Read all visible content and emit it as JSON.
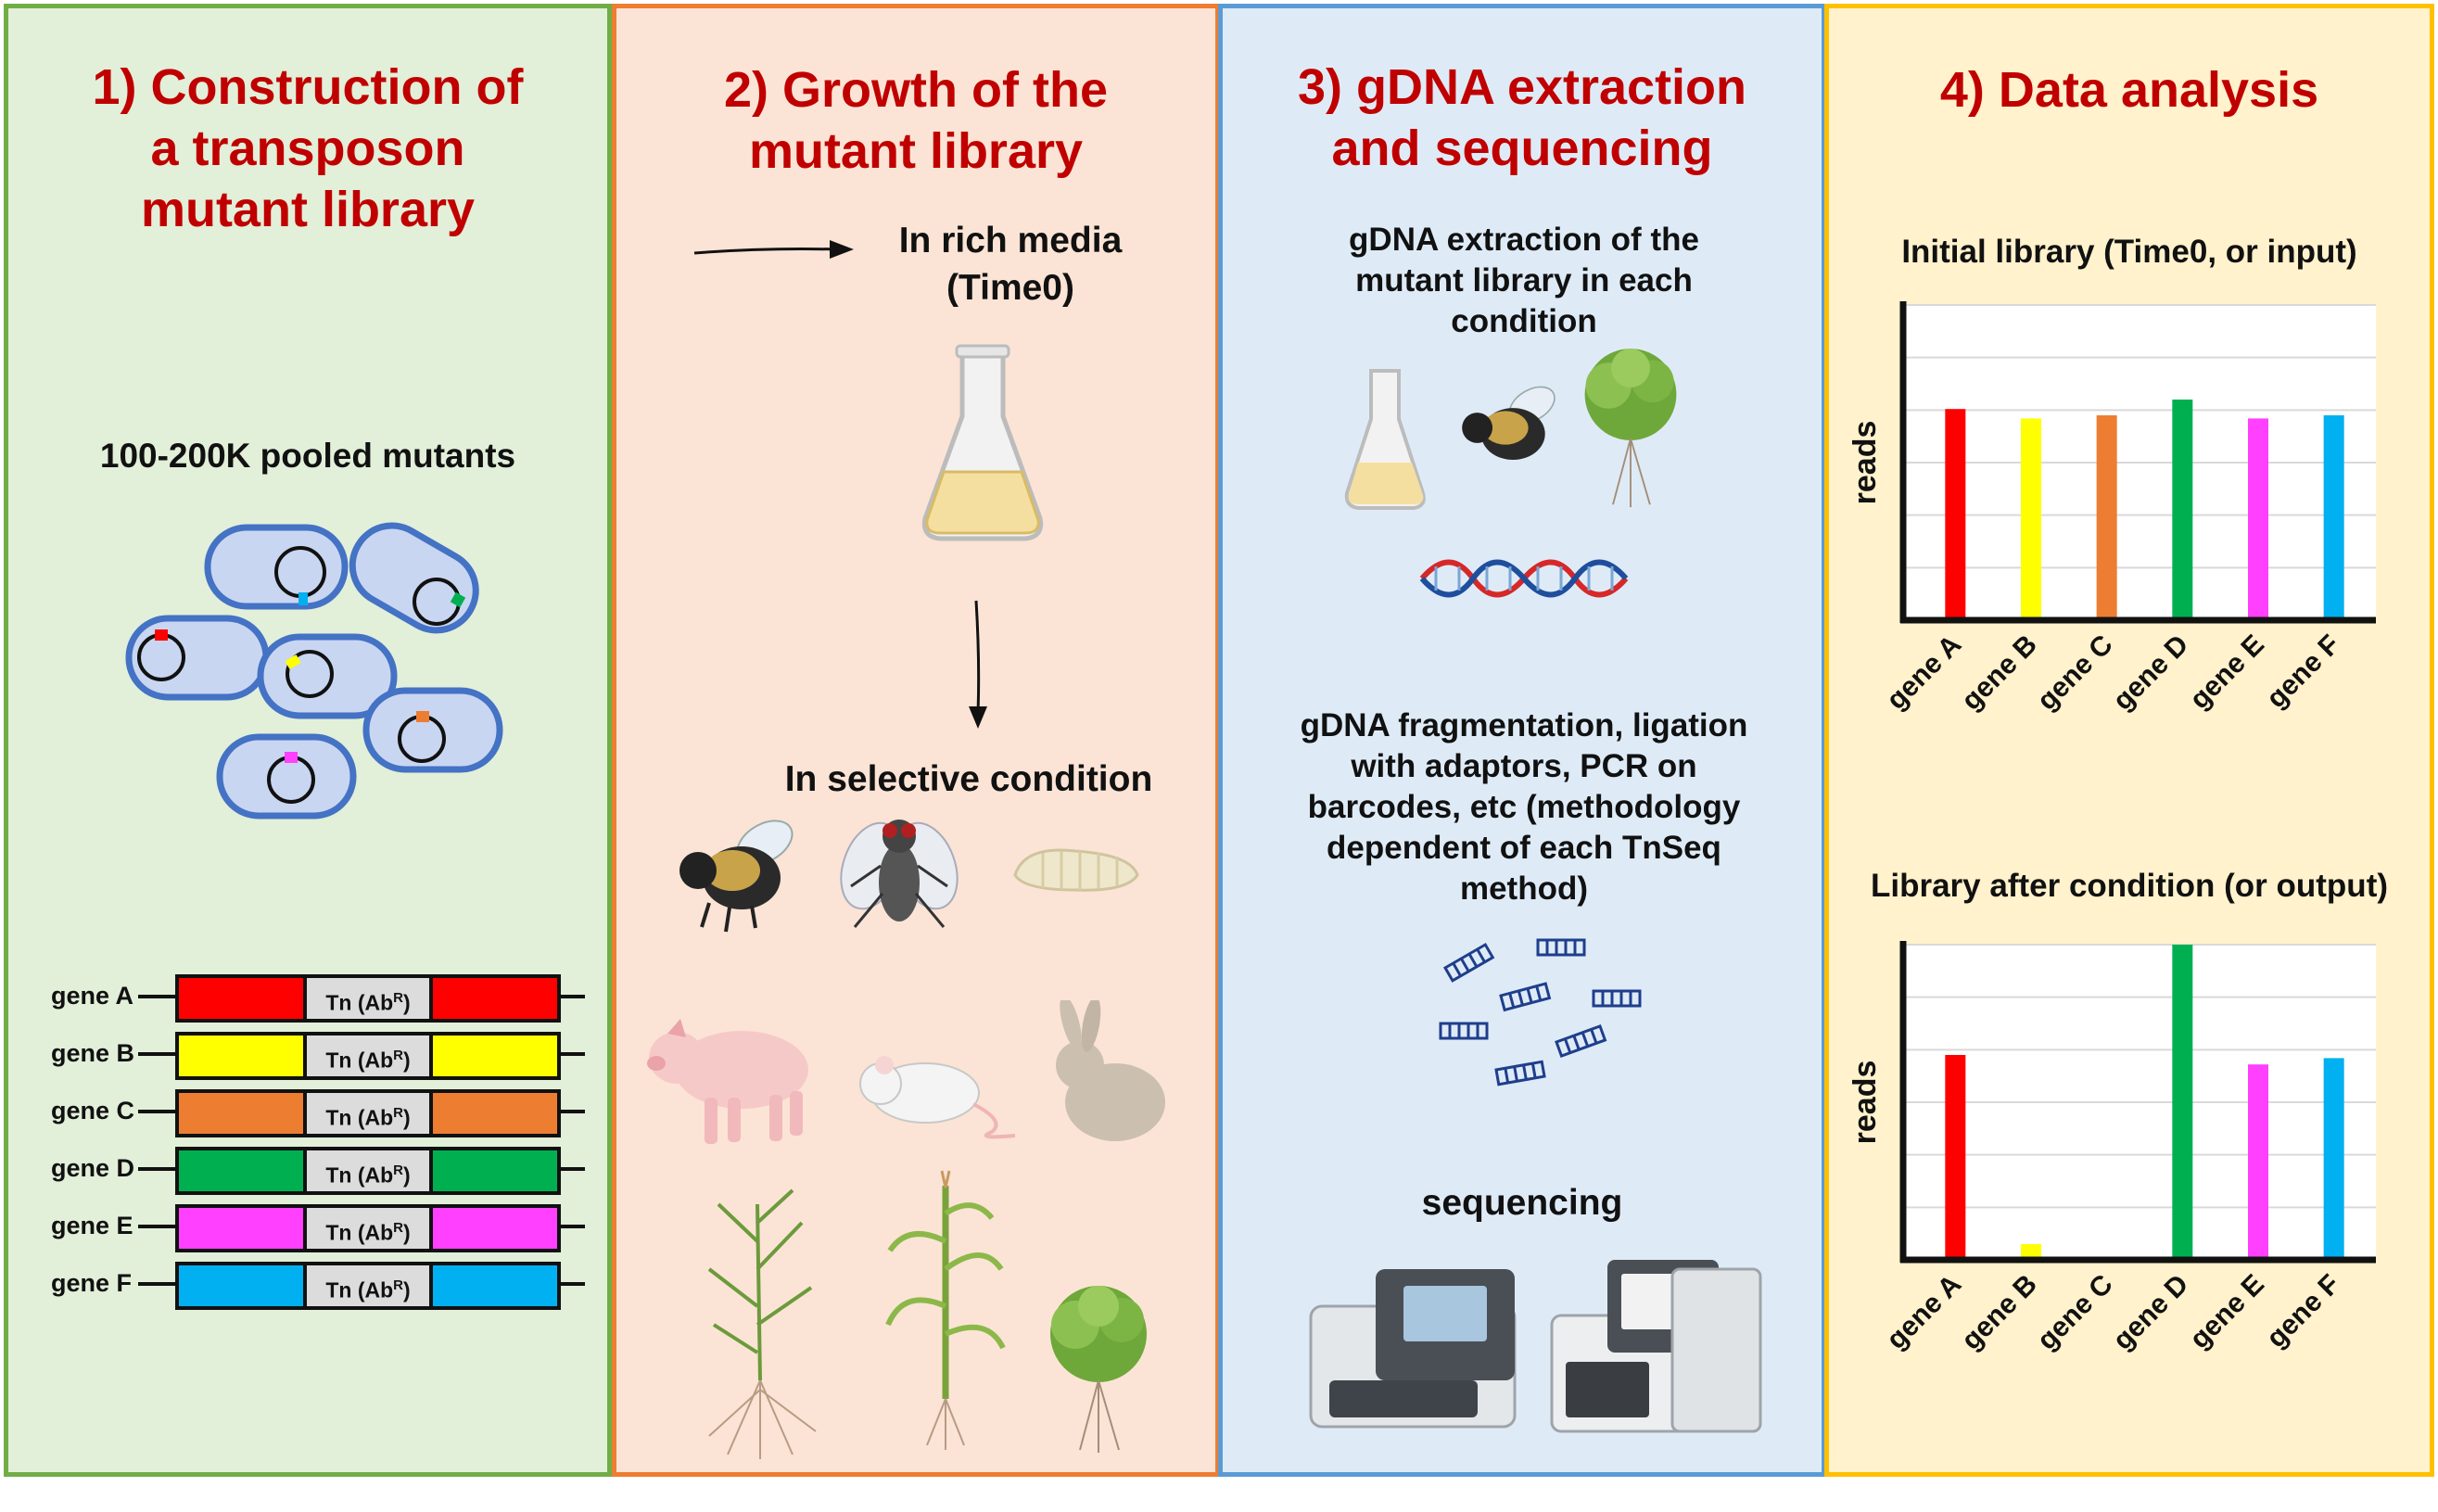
{
  "panels": {
    "p1": {
      "title": "1) Construction of\na transposon\nmutant library",
      "pooled": "100-200K pooled mutants",
      "genes": [
        "gene A",
        "gene B",
        "gene C",
        "gene D",
        "gene E",
        "gene F"
      ],
      "tn_label": "Tn (Ab",
      "tn_sup": "R",
      "tn_close": ")"
    },
    "p2": {
      "title": "2) Growth of the\nmutant library",
      "rich": "In rich media\n(Time0)",
      "selective": "In selective condition"
    },
    "p3": {
      "title": "3) gDNA extraction\nand sequencing",
      "extraction": "gDNA extraction of the\nmutant library in each\ncondition",
      "fragmentation": "gDNA fragmentation, ligation\nwith adaptors, PCR on\nbarcodes, etc (methodology\ndependent of each TnSeq\nmethod)",
      "sequencing": "sequencing"
    },
    "p4": {
      "title": "4) Data analysis"
    }
  },
  "colors": {
    "gene_colors": [
      "#ff0000",
      "#ffff00",
      "#ed7d31",
      "#00b050",
      "#ff40ff",
      "#00b0f0"
    ],
    "title_red": "#c00000",
    "panel_borders": [
      "#70ad47",
      "#ed7d31",
      "#5b9bd5",
      "#ffc000"
    ],
    "panel_fills": [
      "#e2efd9",
      "#fbe4d5",
      "#deebf7",
      "#fff2cc"
    ]
  },
  "chart_data": [
    {
      "type": "bar",
      "title": "Initial library (Time0, or input)",
      "ylabel": "reads",
      "categories": [
        "gene A",
        "gene B",
        "gene C",
        "gene D",
        "gene E",
        "gene F"
      ],
      "values": [
        0.67,
        0.64,
        0.65,
        0.7,
        0.64,
        0.65
      ],
      "ylim": [
        0,
        1
      ],
      "grid": true
    },
    {
      "type": "bar",
      "title": "Library after condition (or output)",
      "ylabel": "reads",
      "categories": [
        "gene A",
        "gene B",
        "gene C",
        "gene D",
        "gene E",
        "gene F"
      ],
      "values": [
        0.65,
        0.05,
        0.0,
        1.0,
        0.62,
        0.64
      ],
      "ylim": [
        0,
        1
      ],
      "grid": true
    }
  ]
}
